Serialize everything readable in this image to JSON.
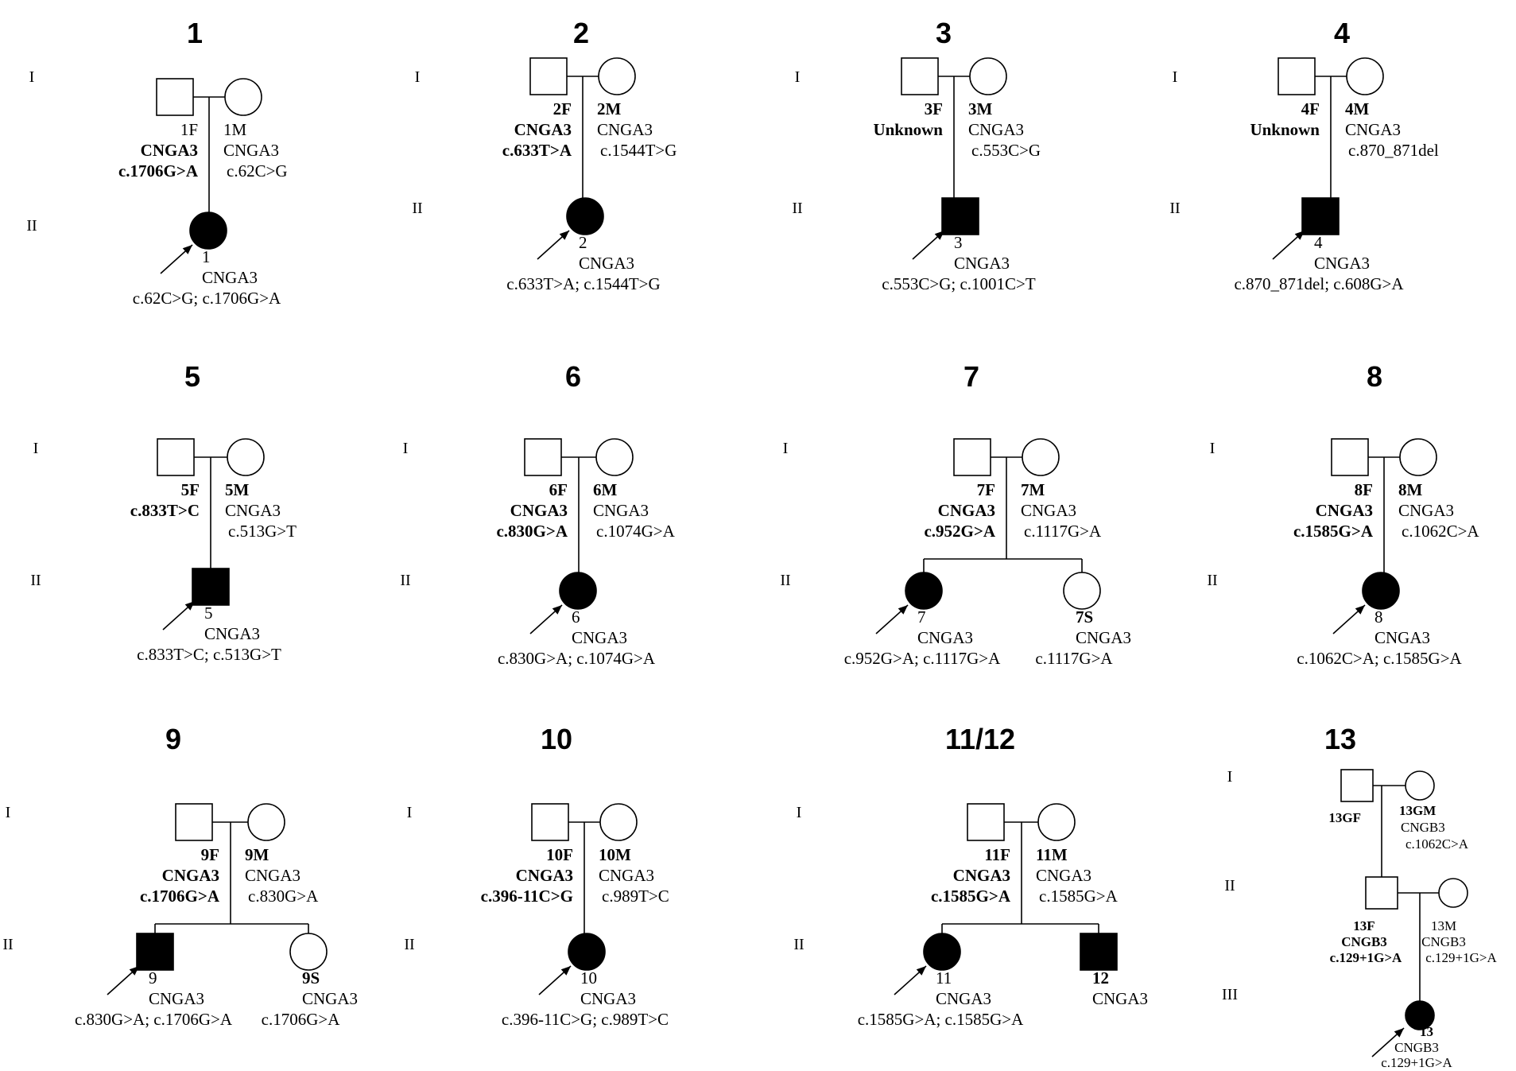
{
  "pedigrees": [
    {
      "id": "1",
      "title": "1",
      "generations": [
        "I",
        "II"
      ],
      "father": {
        "id": "1F",
        "gene": "CNGA3",
        "variant": "c.1706G>A"
      },
      "mother": {
        "id": "1M",
        "gene": "CNGA3",
        "variant": "c.62C>G"
      },
      "children": [
        {
          "id": "1",
          "sex": "female",
          "affected": true,
          "proband": true,
          "gene": "CNGA3",
          "variant": "c.62C>G;  c.1706G>A"
        }
      ]
    },
    {
      "id": "2",
      "title": "2",
      "generations": [
        "I",
        "II"
      ],
      "father": {
        "id": "2F",
        "gene": "CNGA3",
        "variant": "c.633T>A"
      },
      "mother": {
        "id": "2M",
        "gene": "CNGA3",
        "variant": "c.1544T>G"
      },
      "children": [
        {
          "id": "2",
          "sex": "female",
          "affected": true,
          "proband": true,
          "gene": "CNGA3",
          "variant": "c.633T>A;  c.1544T>G"
        }
      ]
    },
    {
      "id": "3",
      "title": "3",
      "generations": [
        "I",
        "II"
      ],
      "father": {
        "id": "3F",
        "gene": "Unknown",
        "variant": ""
      },
      "mother": {
        "id": "3M",
        "gene": "CNGA3",
        "variant": "c.553C>G"
      },
      "children": [
        {
          "id": "3",
          "sex": "male",
          "affected": true,
          "proband": true,
          "gene": "CNGA3",
          "variant": "c.553C>G;  c.1001C>T"
        }
      ]
    },
    {
      "id": "4",
      "title": "4",
      "generations": [
        "I",
        "II"
      ],
      "father": {
        "id": "4F",
        "gene": "Unknown",
        "variant": ""
      },
      "mother": {
        "id": "4M",
        "gene": "CNGA3",
        "variant": "c.870_871del"
      },
      "children": [
        {
          "id": "4",
          "sex": "male",
          "affected": true,
          "proband": true,
          "gene": "CNGA3",
          "variant": "c.870_871del;  c.608G>A"
        }
      ]
    },
    {
      "id": "5",
      "title": "5",
      "generations": [
        "I",
        "II"
      ],
      "father": {
        "id": "5F",
        "gene": "",
        "variant": "c.833T>C"
      },
      "mother": {
        "id": "5M",
        "gene": "CNGA3",
        "variant": "c.513G>T"
      },
      "children": [
        {
          "id": "5",
          "sex": "male",
          "affected": true,
          "proband": true,
          "gene": "CNGA3",
          "variant": "c.833T>C;  c.513G>T"
        }
      ]
    },
    {
      "id": "6",
      "title": "6",
      "generations": [
        "I",
        "II"
      ],
      "father": {
        "id": "6F",
        "gene": "CNGA3",
        "variant": "c.830G>A"
      },
      "mother": {
        "id": "6M",
        "gene": "CNGA3",
        "variant": "c.1074G>A"
      },
      "children": [
        {
          "id": "6",
          "sex": "female",
          "affected": true,
          "proband": true,
          "gene": "CNGA3",
          "variant": "c.830G>A;  c.1074G>A"
        }
      ]
    },
    {
      "id": "7",
      "title": "7",
      "generations": [
        "I",
        "II"
      ],
      "father": {
        "id": "7F",
        "gene": "CNGA3",
        "variant": "c.952G>A"
      },
      "mother": {
        "id": "7M",
        "gene": "CNGA3",
        "variant": "c.1117G>A"
      },
      "children": [
        {
          "id": "7",
          "sex": "female",
          "affected": true,
          "proband": true,
          "gene": "CNGA3",
          "variant": "c.952G>A;  c.1117G>A"
        },
        {
          "id": "7S",
          "sex": "female",
          "affected": false,
          "proband": false,
          "gene": "CNGA3",
          "variant": "c.1117G>A"
        }
      ]
    },
    {
      "id": "8",
      "title": "8",
      "generations": [
        "I",
        "II"
      ],
      "father": {
        "id": "8F",
        "gene": "CNGA3",
        "variant": "c.1585G>A"
      },
      "mother": {
        "id": "8M",
        "gene": "CNGA3",
        "variant": "c.1062C>A"
      },
      "children": [
        {
          "id": "8",
          "sex": "female",
          "affected": true,
          "proband": true,
          "gene": "CNGA3",
          "variant": "c.1062C>A;  c.1585G>A"
        }
      ]
    },
    {
      "id": "9",
      "title": "9",
      "generations": [
        "I",
        "II"
      ],
      "father": {
        "id": "9F",
        "gene": "CNGA3",
        "variant": "c.1706G>A"
      },
      "mother": {
        "id": "9M",
        "gene": "CNGA3",
        "variant": "c.830G>A"
      },
      "children": [
        {
          "id": "9",
          "sex": "male",
          "affected": true,
          "proband": true,
          "gene": "CNGA3",
          "variant": "c.830G>A;  c.1706G>A"
        },
        {
          "id": "9S",
          "sex": "female",
          "affected": false,
          "proband": false,
          "gene": "CNGA3",
          "variant": "c.1706G>A"
        }
      ]
    },
    {
      "id": "10",
      "title": "10",
      "generations": [
        "I",
        "II"
      ],
      "father": {
        "id": "10F",
        "gene": "CNGA3",
        "variant": "c.396-11C>G"
      },
      "mother": {
        "id": "10M",
        "gene": "CNGA3",
        "variant": "c.989T>C"
      },
      "children": [
        {
          "id": "10",
          "sex": "female",
          "affected": true,
          "proband": true,
          "gene": "CNGA3",
          "variant": "c.396-11C>G;  c.989T>C"
        }
      ]
    },
    {
      "id": "11/12",
      "title": "11/12",
      "generations": [
        "I",
        "II"
      ],
      "father": {
        "id": "11F",
        "gene": "CNGA3",
        "variant": "c.1585G>A"
      },
      "mother": {
        "id": "11M",
        "gene": "CNGA3",
        "variant": "c.1585G>A"
      },
      "children": [
        {
          "id": "11",
          "sex": "female",
          "affected": true,
          "proband": true,
          "gene": "CNGA3",
          "variant": "c.1585G>A;  c.1585G>A"
        },
        {
          "id": "12",
          "sex": "male",
          "affected": true,
          "proband": false,
          "gene": "CNGA3",
          "variant": ""
        }
      ]
    },
    {
      "id": "13",
      "title": "13",
      "generations": [
        "I",
        "II",
        "III"
      ],
      "grandfather": {
        "id": "13GF",
        "gene": "",
        "variant": ""
      },
      "grandmother": {
        "id": "13GM",
        "gene": "CNGB3",
        "variant": "c.1062C>A"
      },
      "father": {
        "id": "13F",
        "gene": "CNGB3",
        "variant": "c.129+1G>A"
      },
      "mother": {
        "id": "13M",
        "gene": "CNGB3",
        "variant": "c.129+1G>A"
      },
      "children": [
        {
          "id": "13",
          "sex": "female",
          "affected": true,
          "proband": true,
          "gene": "CNGB3",
          "variant": "c.129+1G>A"
        }
      ]
    }
  ]
}
